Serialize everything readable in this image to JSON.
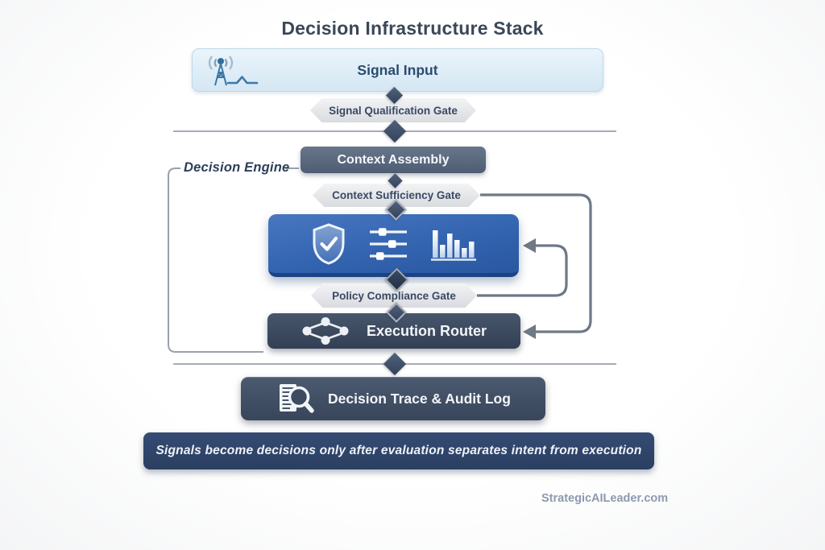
{
  "title": "Decision Infrastructure Stack",
  "engine_label": "Decision Engine",
  "nodes": {
    "signal_input": "Signal Input",
    "signal_qualification_gate": "Signal Qualification Gate",
    "context_assembly": "Context Assembly",
    "context_sufficiency_gate": "Context Sufficiency Gate",
    "policy_compliance_gate": "Policy Compliance Gate",
    "execution_router": "Execution Router",
    "decision_trace": "Decision Trace & Audit Log"
  },
  "banner": {
    "text": "Signals become decisions only after evaluation separates intent from execution"
  },
  "watermark": "StrategicAILeader.com",
  "icons": {
    "signal_input": "antenna-broadcast-icon",
    "evaluation": [
      "shield-check-icon",
      "sliders-icon",
      "bar-chart-icon"
    ],
    "execution_router": "network-route-icon",
    "decision_trace": "document-search-icon"
  },
  "colors": {
    "title_text": "#3b4759",
    "signal_box_bg": "#dfedf7",
    "gate_bg": "#e4e6ea",
    "slate_box": "#56657a",
    "evaluation_blue": "#3465ae",
    "navy_box": "#3d4b60",
    "banner_bg": "#2f456b",
    "connector_gray": "#6e7887",
    "icon_blue": "#3c78a6"
  }
}
